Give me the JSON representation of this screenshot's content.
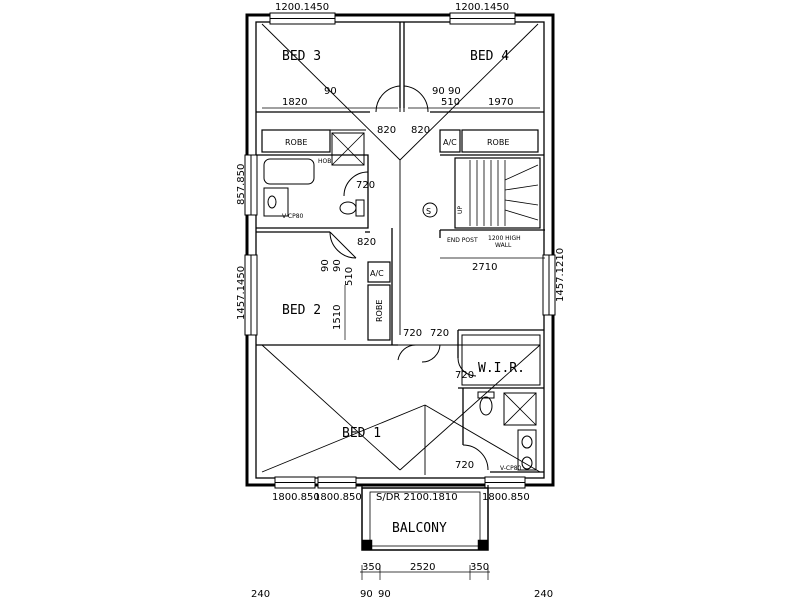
{
  "rooms": {
    "bed3": "BED 3",
    "bed4": "BED 4",
    "bed2": "BED 2",
    "bed1": "BED 1",
    "wir": "W.I.R.",
    "balcony": "BALCONY"
  },
  "labels": {
    "robe_left": "ROBE",
    "robe_right": "ROBE",
    "robe_bed2": "ROBE",
    "ac_top": "A/C",
    "ac_bed2": "A/C",
    "hob": "HOB",
    "vc_left": "V-CP80",
    "vc_ensuite": "V-CP80",
    "smoke": "S",
    "up": "UP",
    "end_post": "END POST",
    "wall_note_1": "1200 HIGH",
    "wall_note_2": "WALL"
  },
  "dims": {
    "win_top_left": "1200.1450",
    "win_top_right": "1200.1450",
    "bed3_width": "1820",
    "bed3_wall": "90",
    "bed4_wall_a": "90",
    "bed4_wall_b": "90",
    "bed4_510": "510",
    "bed4_width": "1970",
    "door_bed3": "820",
    "door_bed4": "820",
    "door_bath": "720",
    "door_bed2": "820",
    "hall_width": "2710",
    "bed2_90a": "90",
    "bed2_90b": "90",
    "bed2_510": "510",
    "bed2_1510": "1510",
    "door_bed2_right": "720",
    "door_bed1": "720",
    "door_wir": "720",
    "door_ensuite": "720",
    "win_left_upper": "857.850",
    "win_left_lower": "1457.1450",
    "win_right": "1457.1210",
    "win_bottom_1": "1800.850",
    "win_bottom_2": "1800.850",
    "sliding_door": "S/DR 2100.1810",
    "win_bottom_3": "1800.850",
    "bal_left": "350",
    "bal_width": "2520",
    "bal_right": "350",
    "foot_240_left": "240",
    "foot_90a": "90",
    "foot_90b": "90",
    "foot_240_right": "240"
  }
}
